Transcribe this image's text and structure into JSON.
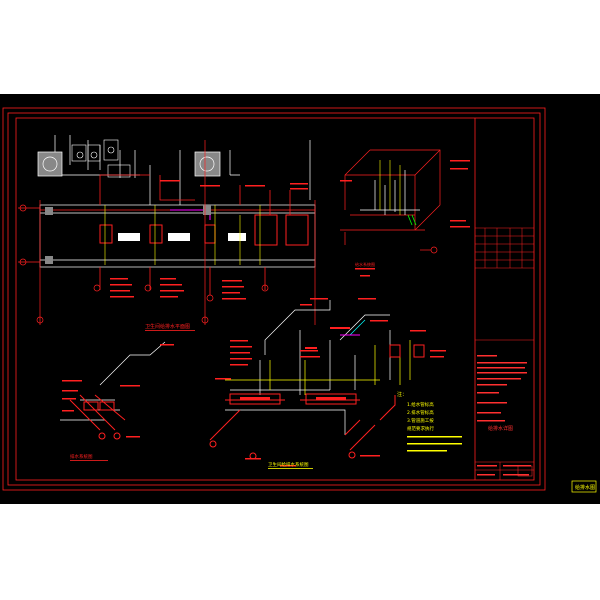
{
  "drawing": {
    "background_color": "#000000",
    "page_color": "#ffffff",
    "frame_color": "#ff2020",
    "pipe_color": "#ff2020",
    "fixture_color": "#ffffff",
    "annotation_color": "#ffff00",
    "secondary_color": "#00ffff",
    "accent_color": "#ff00ff",
    "green_color": "#00ff00"
  },
  "notes": {
    "heading": "注：",
    "lines": [
      "1.给水管标高",
      "2.排水管标高",
      "3.管道施工按",
      "规范要求执行"
    ]
  },
  "title_block": {
    "stamp_text": "给排水详图",
    "rows": [
      "工程名称",
      "图纸名称",
      "设计",
      "校对",
      "审核"
    ]
  },
  "view_labels": {
    "plan": "卫生间给排水平面图",
    "iso_top": "给水系统图",
    "iso_bottom_left": "排水系统图",
    "iso_main": "卫生间给排水系统图"
  },
  "corner_badge": "给排水图"
}
